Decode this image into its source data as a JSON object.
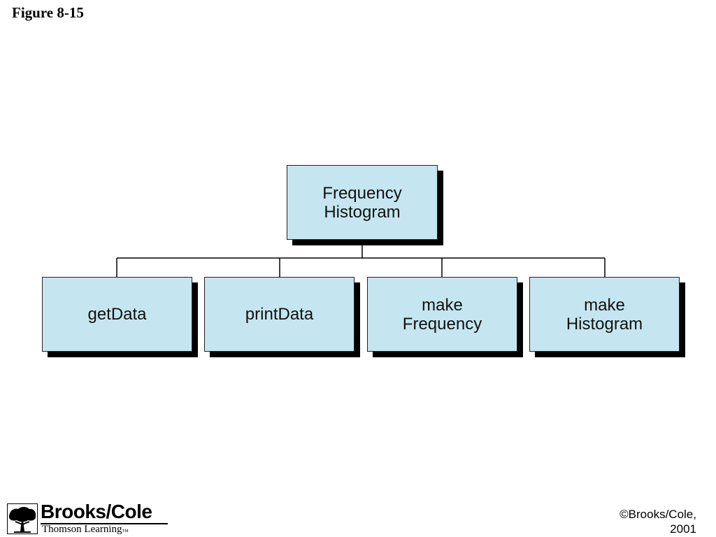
{
  "figure_label": "Figure 8-15",
  "diagram": {
    "root": {
      "lines": [
        "Frequency",
        "Histogram"
      ]
    },
    "children": [
      {
        "lines": [
          "getData"
        ]
      },
      {
        "lines": [
          "printData"
        ]
      },
      {
        "lines": [
          "make",
          "Frequency"
        ]
      },
      {
        "lines": [
          "make",
          "Histogram"
        ]
      }
    ],
    "colors": {
      "box_fill": "#c5e6f0",
      "box_shadow": "#000000",
      "connector": "#000000"
    }
  },
  "footer": {
    "logo": {
      "name": "Brooks/Cole",
      "subtitle": "Thomson Learning",
      "trademark": "TM",
      "icon": "tree-icon"
    },
    "copyright": {
      "line1": "©Brooks/Cole,",
      "line2": "2001"
    }
  }
}
